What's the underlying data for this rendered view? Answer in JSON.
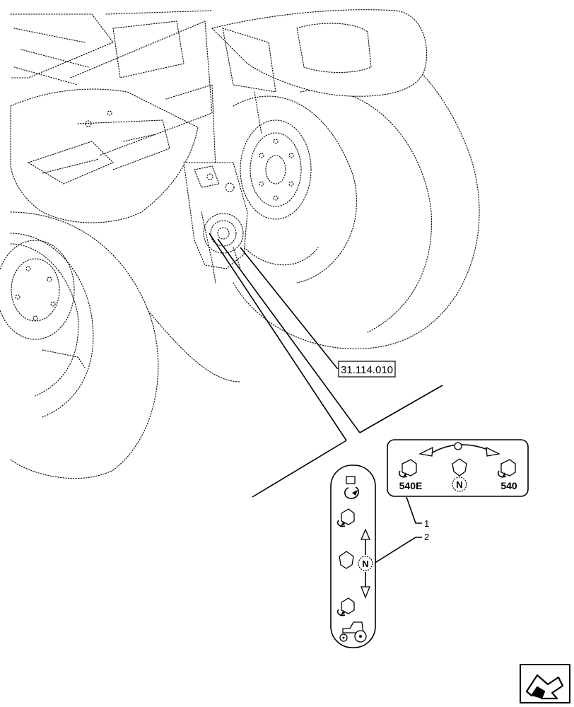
{
  "reference_label": "31.114.010",
  "decal_1": {
    "callout": "1",
    "left_label": "540E",
    "center_label": "N",
    "right_label": "540"
  },
  "decal_2": {
    "callout": "2",
    "neutral_label": "N"
  },
  "icons": [
    "pto-engage-icon",
    "pto-shaft-icon",
    "arrow-up-icon",
    "arrow-down-icon",
    "tractor-icon",
    "navigation-arrow-icon"
  ]
}
